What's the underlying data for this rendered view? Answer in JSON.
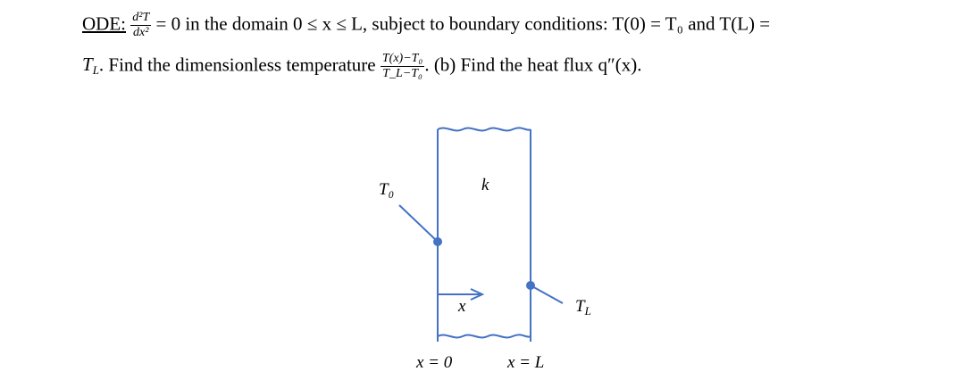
{
  "problem": {
    "ode_label": "ODE:",
    "ode_num": "d²T",
    "ode_den": "dx²",
    "line1_text": "= 0 in the domain 0 ≤ x ≤ L, subject to boundary conditions: T(0) = T₀ and T(L) =",
    "line2_start": "T",
    "line2_sub": "L",
    "line2_text": ". Find the dimensionless temperature",
    "frac_num": "T(x)−T₀",
    "frac_den": "T_L−T₀",
    "line2_end": ". (b) Find the heat flux q″(x)."
  },
  "diagram": {
    "left_temp": "T₀",
    "conductivity": "k",
    "axis_var": "x",
    "right_temp_base": "T",
    "right_temp_sub": "L",
    "x0_label": "x = 0",
    "xL_label": "x = L",
    "line_color": "#4472c4"
  }
}
